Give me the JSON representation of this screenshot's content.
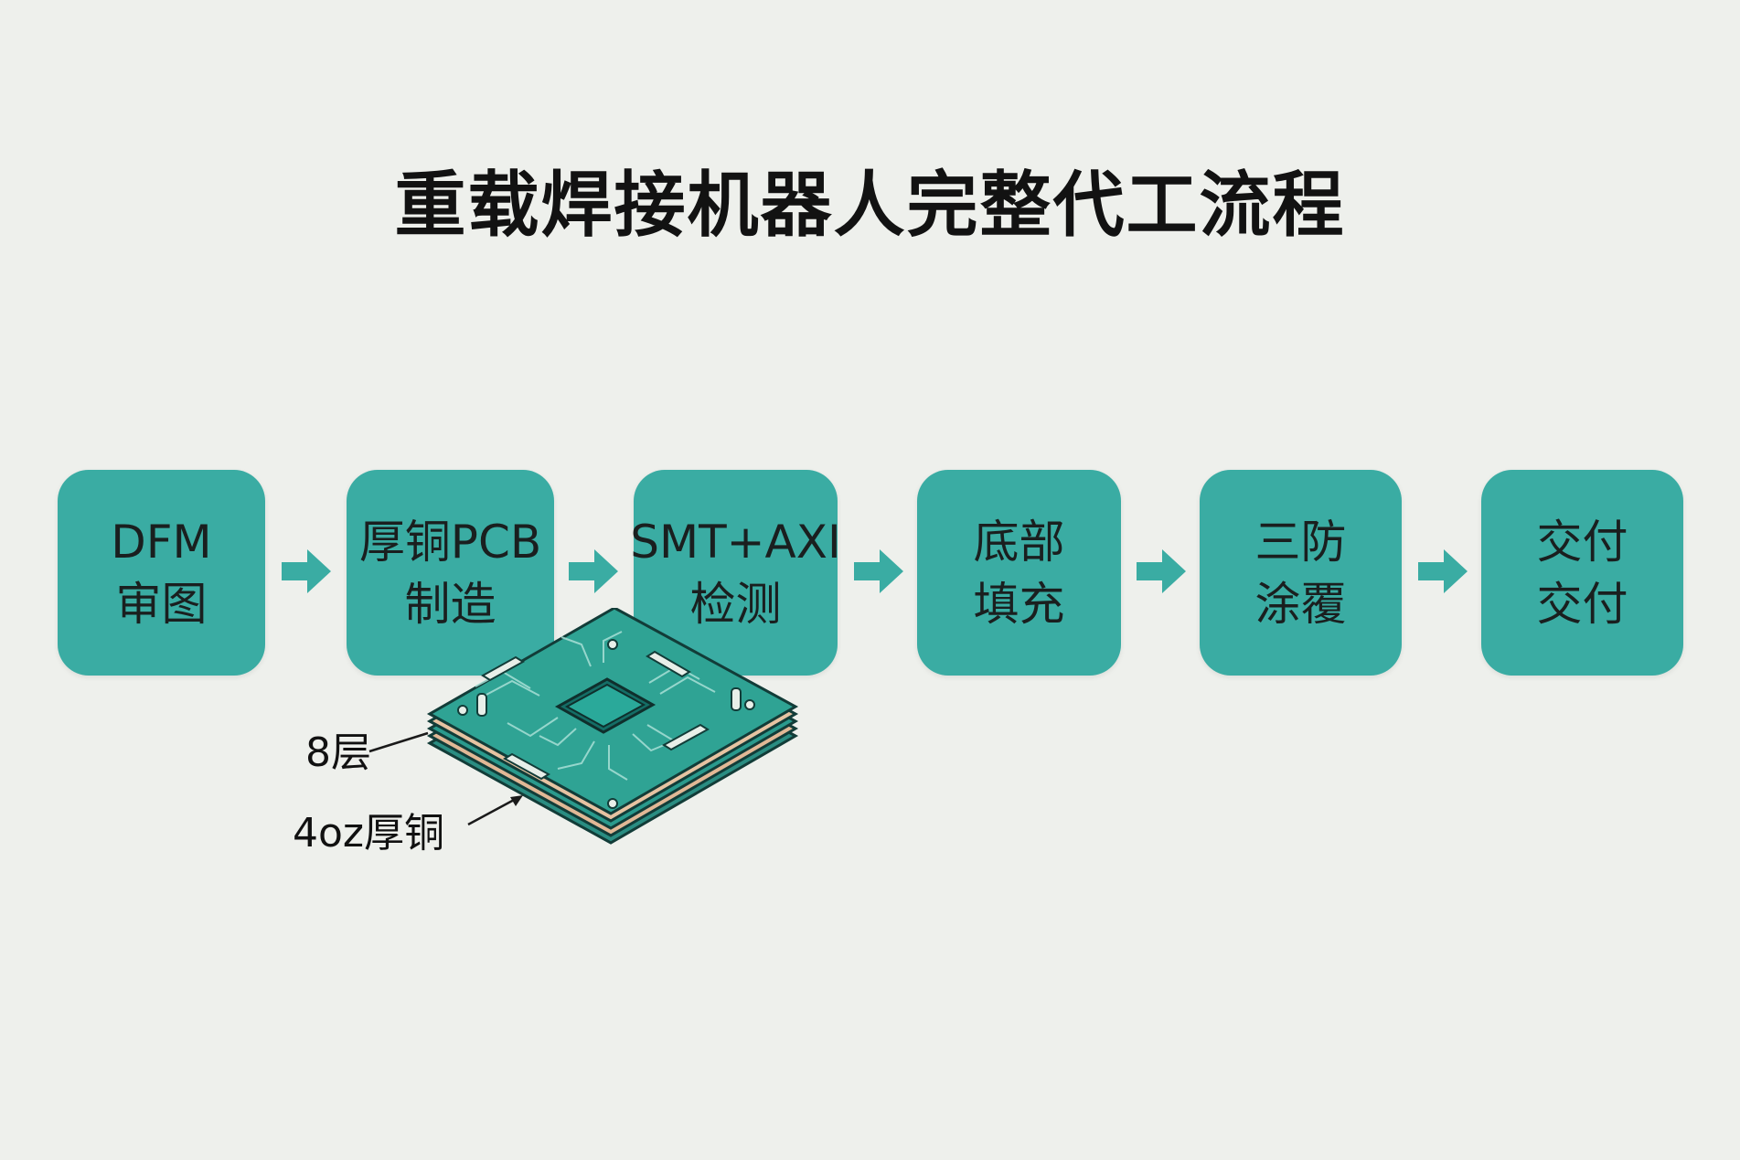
{
  "title": "重载焊接机器人完整代工流程",
  "steps": [
    {
      "line1": "DFM",
      "line2": "审图"
    },
    {
      "line1": "厚铜PCB",
      "line2": "制造"
    },
    {
      "line1": "SMT+AXI",
      "line2": "检测"
    },
    {
      "line1": "底部",
      "line2": "填充"
    },
    {
      "line1": "三防",
      "line2": "涂覆"
    },
    {
      "line1": "交付",
      "line2": "交付"
    }
  ],
  "callouts": {
    "layers": "8层",
    "copper": "4oz厚铜"
  },
  "colors": {
    "step_fill": "#3aaca3",
    "background": "#eef0ec",
    "board_green": "#2a9a8d",
    "board_core": "#e1b896"
  },
  "icons": [
    "arrow-right-icon",
    "pcb-board-icon"
  ]
}
